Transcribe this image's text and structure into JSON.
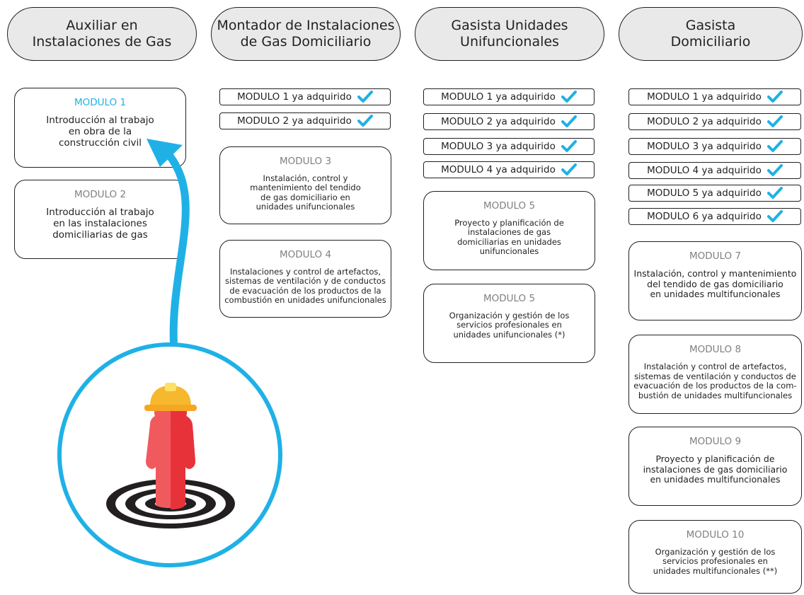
{
  "colors": {
    "accent": "#1fb1e6",
    "person": "#e8323a",
    "helmet": "#f5b82e",
    "target": "#231f20"
  },
  "icons": {
    "check": "check-icon",
    "worker": "worker-icon",
    "arrow": "curved-arrow-icon"
  },
  "columns": [
    {
      "header": "Auxiliar en\nInstalaciones de Gas",
      "acquired": [],
      "modules": [
        {
          "title": "MODULO 1",
          "desc": "Introducción al trabajo\nen obra de la\nconstrucción civil"
        },
        {
          "title": "MODULO 2",
          "desc": "Introducción al trabajo\nen las instalaciones\ndomiciliarias de gas"
        }
      ]
    },
    {
      "header": "Montador de Instalaciones\nde Gas Domiciliario",
      "acquired": [
        "MODULO 1  ya adquirido",
        "MODULO 2  ya adquirido"
      ],
      "modules": [
        {
          "title": "MODULO 3",
          "desc": "Instalación, control y\nmantenimiento del tendido\nde gas domiciliario en\nunidades unifuncionales"
        },
        {
          "title": "MODULO 4",
          "desc": "Instalaciones y control de artefactos,\nsistemas de ventilación y de conductos\nde evacuación de los productos de la\ncombustión en unidades unifuncionales"
        }
      ]
    },
    {
      "header": "Gasista Unidades\nUnifuncionales",
      "acquired": [
        "MODULO 1  ya adquirido",
        "MODULO 2  ya adquirido",
        "MODULO 3  ya adquirido",
        "MODULO 4  ya adquirido"
      ],
      "modules": [
        {
          "title": "MODULO 5",
          "desc": "Proyecto y planificación de\ninstalaciones de gas\ndomiciliarias en unidades\nunifuncionales"
        },
        {
          "title": "MODULO 5",
          "desc": "Organización y gestión de los\nservicios profesionales en\nunidades unifuncionales (*)"
        }
      ]
    },
    {
      "header": "Gasista\nDomiciliario",
      "acquired": [
        "MODULO 1  ya adquirido",
        "MODULO 2  ya adquirido",
        "MODULO 3  ya adquirido",
        "MODULO 4  ya adquirido",
        "MODULO 5  ya adquirido",
        "MODULO 6  ya adquirido"
      ],
      "modules": [
        {
          "title": "MODULO 7",
          "desc": "Instalación, control y mantenimiento\ndel tendido de gas domiciliario\nen unidades multifuncionales"
        },
        {
          "title": "MODULO 8",
          "desc": "Instalación y control de artefactos,\nsistemas de ventilación y conductos de\nevacuación de los productos de la com-\nbustión de unidades multifuncionales"
        },
        {
          "title": "MODULO 9",
          "desc": "Proyecto y planificación de\ninstalaciones de gas domiciliario\nen unidades multifuncionales"
        },
        {
          "title": "MODULO 10",
          "desc": "Organización y gestión de los\nservicios profesionales en\nunidades multifuncionales (**)"
        }
      ]
    }
  ]
}
